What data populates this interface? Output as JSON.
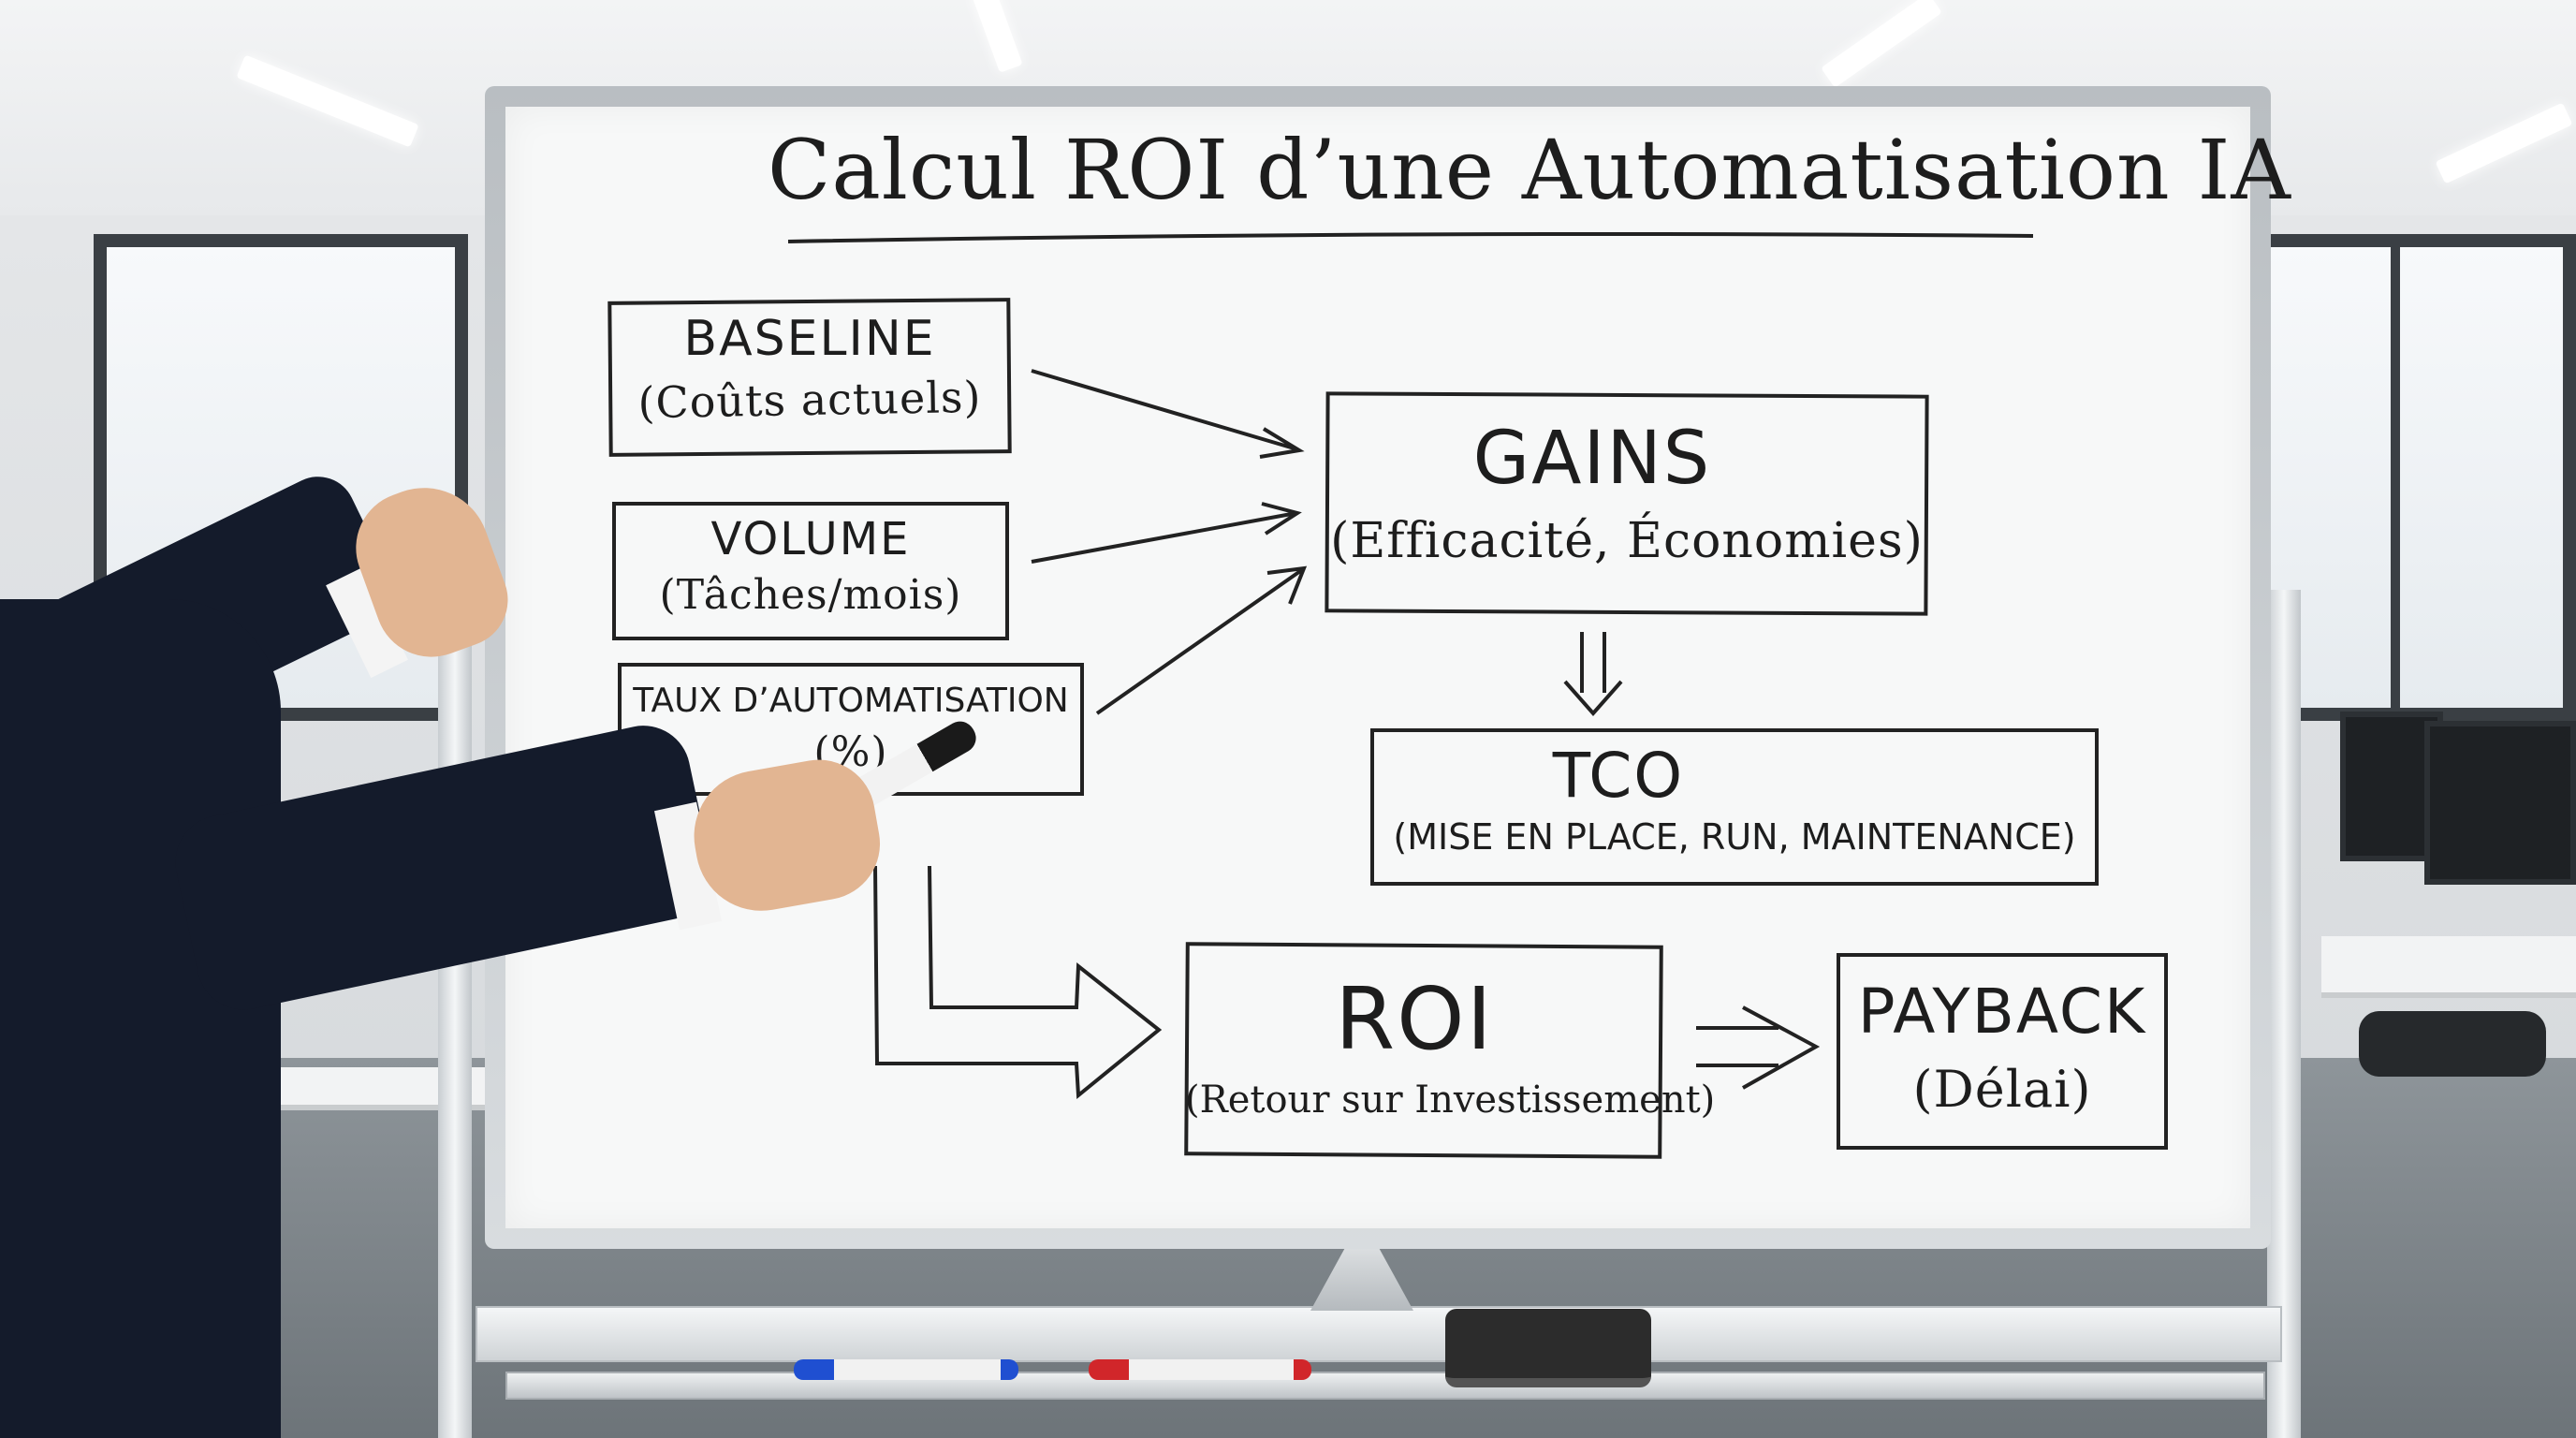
{
  "board": {
    "title": "Calcul ROI d’une Automatisation IA",
    "boxes": {
      "baseline": {
        "title": "BASELINE",
        "subtitle": "(Coûts actuels)"
      },
      "volume": {
        "title": "VOLUME",
        "subtitle": "(Tâches/mois)"
      },
      "taux": {
        "title": "TAUX D’AUTOMATISATION",
        "subtitle": "(%)"
      },
      "gains": {
        "title": "GAINS",
        "subtitle": "(Efficacité, Économies)"
      },
      "tco": {
        "title": "TCO",
        "subtitle": "(MISE EN PLACE, RUN, MAINTENANCE)"
      },
      "roi": {
        "title": "ROI",
        "subtitle": "(Retour sur Investissement)"
      },
      "payback": {
        "title": "PAYBACK",
        "subtitle": "(Délai)"
      }
    }
  },
  "colors": {
    "ink": "#1d1d1d",
    "suit": "#141b2b",
    "marker_blue": "#1f4fd1",
    "marker_red": "#d1262a"
  }
}
